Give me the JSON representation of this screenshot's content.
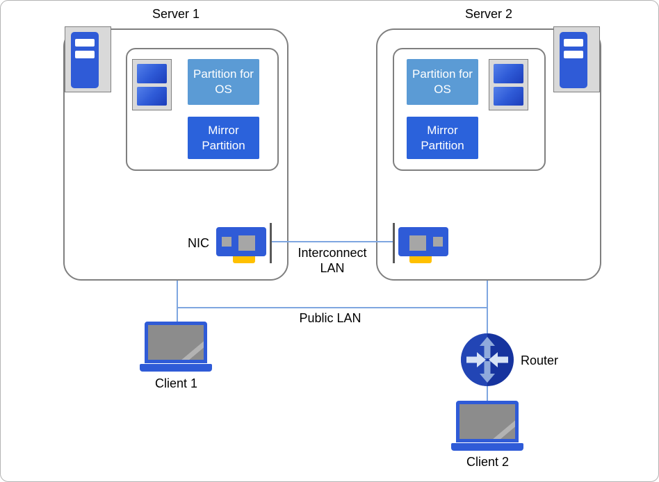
{
  "servers": [
    {
      "title": "Server 1",
      "partition_os": "Partition for OS",
      "mirror_partition": "Mirror Partition"
    },
    {
      "title": "Server 2",
      "partition_os": "Partition for OS",
      "mirror_partition": "Mirror Partition"
    }
  ],
  "labels": {
    "nic": "NIC",
    "interconnect_line1": "Interconnect",
    "interconnect_line2": "LAN",
    "public_lan": "Public LAN",
    "router": "Router",
    "client1": "Client 1",
    "client2": "Client 2"
  },
  "icons": {
    "server_tower": "server-tower-icon",
    "disk_stack": "disk-stack-icon",
    "nic_card": "nic-card-icon",
    "laptop": "laptop-icon",
    "router": "router-icon"
  },
  "colors": {
    "connector_line": "#7EA6E0",
    "device_blue": "#2F5BD7",
    "partition_os_fill": "#5B9BD5",
    "mirror_partition_fill": "#2B62DB",
    "nic_tab_yellow": "#FFC000",
    "router_navy": "#16339E",
    "box_border_gray": "#7F7F7F"
  }
}
